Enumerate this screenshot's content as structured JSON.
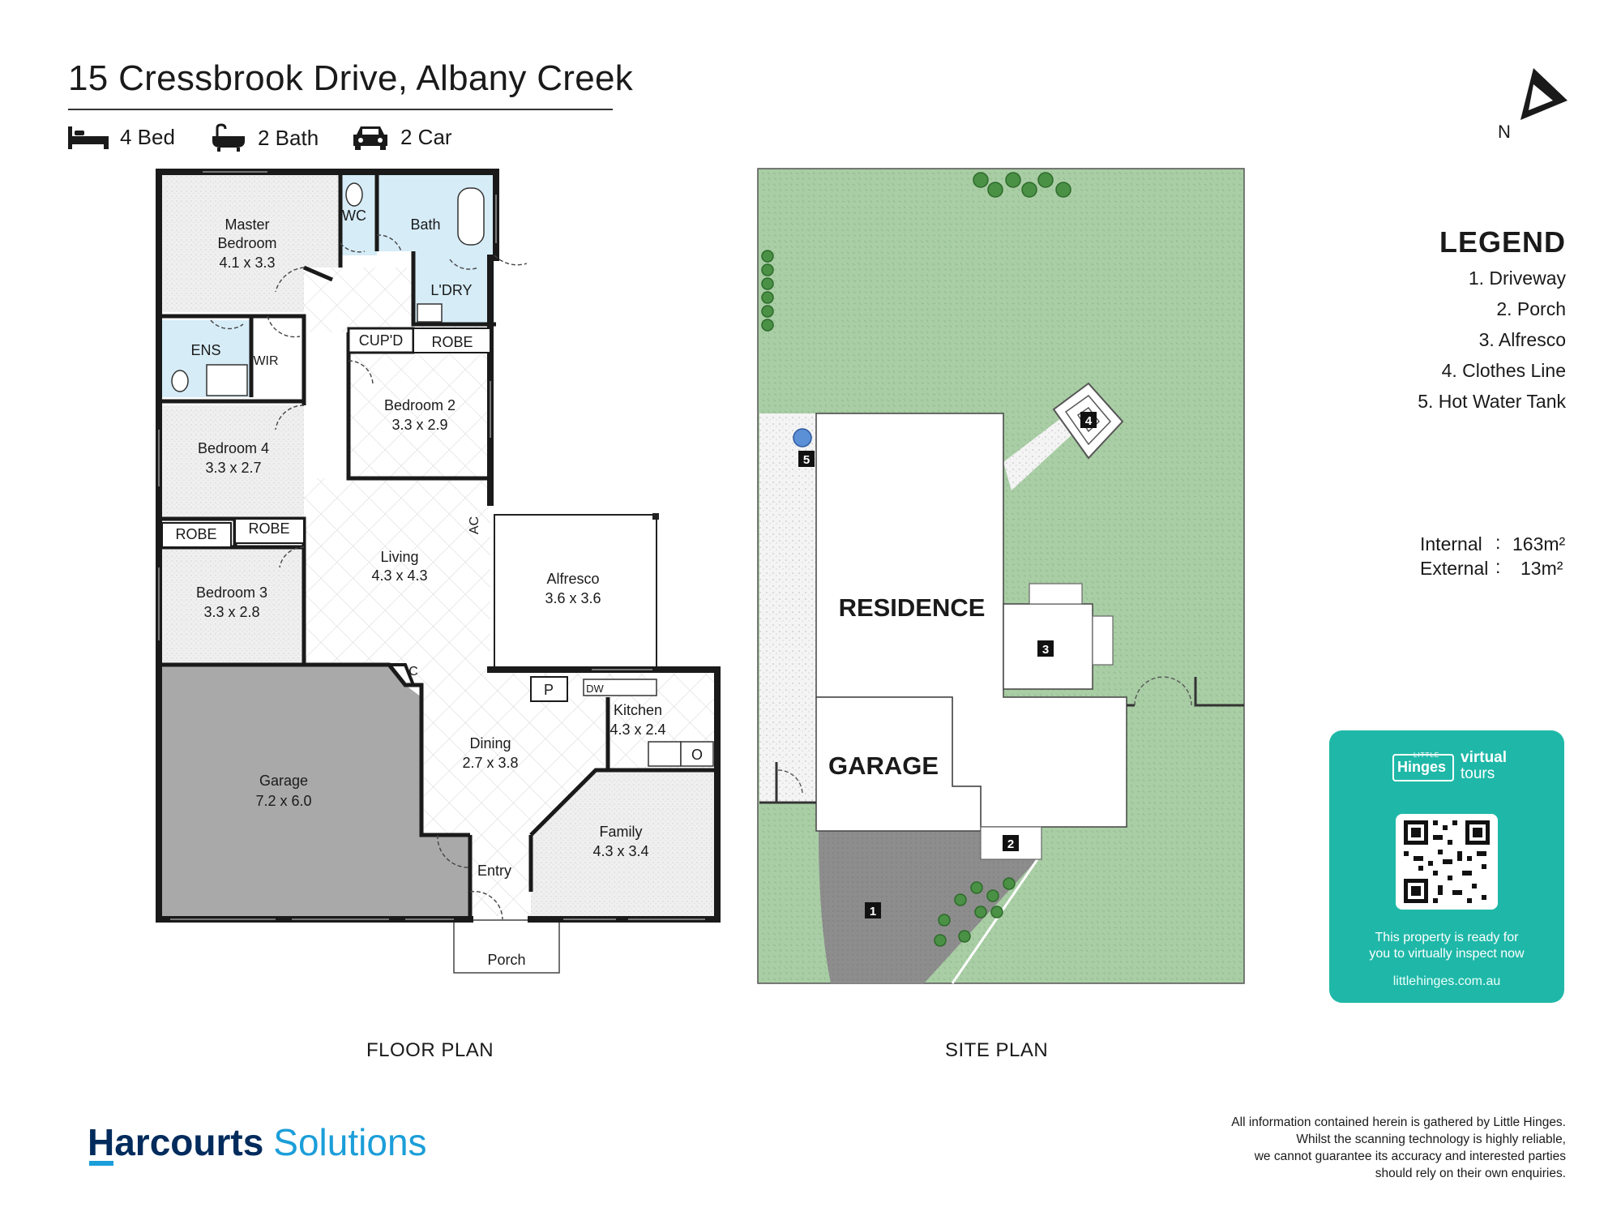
{
  "title": "15 Cressbrook Drive, Albany Creek",
  "features": [
    {
      "label": "4 Bed",
      "icon": "bed-icon"
    },
    {
      "label": "2 Bath",
      "icon": "bathtub-icon"
    },
    {
      "label": "2 Car",
      "icon": "car-icon"
    }
  ],
  "compass_label": "N",
  "floor_plan": {
    "caption": "FLOOR PLAN",
    "rooms": {
      "master_name": "Master",
      "master_name2": "Bedroom",
      "master_dim": "4.1 x 3.3",
      "wc": "WC",
      "bath": "Bath",
      "laundry": "L'DRY",
      "cupd": "CUP'D",
      "robe_bed2": "ROBE",
      "ens": "ENS",
      "wir": "WIR",
      "bed2_name": "Bedroom 2",
      "bed2_dim": "3.3 x 2.9",
      "bed4_name": "Bedroom 4",
      "bed4_dim": "3.3 x 2.7",
      "robe_bed3_left": "ROBE",
      "robe_bed3_right": "ROBE",
      "living_name": "Living",
      "living_dim": "4.3 x 4.3",
      "ac": "AC",
      "alfresco_name": "Alfresco",
      "alfresco_dim": "3.6 x 3.6",
      "bed3_name": "Bedroom 3",
      "bed3_dim": "3.3 x 2.8",
      "closet": "C",
      "pantry": "P",
      "dishwasher": "DW",
      "kitchen_name": "Kitchen",
      "kitchen_dim": "4.3 x 2.4",
      "oven": "O",
      "garage_name": "Garage",
      "garage_dim": "7.2 x 6.0",
      "dining_name": "Dining",
      "dining_dim": "2.7 x 3.8",
      "family_name": "Family",
      "family_dim": "4.3 x 3.4",
      "entry": "Entry",
      "porch": "Porch"
    }
  },
  "site_plan": {
    "caption": "SITE PLAN",
    "residence": "RESIDENCE",
    "garage": "GARAGE",
    "markers": [
      "1",
      "2",
      "3",
      "4",
      "5"
    ]
  },
  "legend": {
    "title": "LEGEND",
    "items": [
      "1. Driveway",
      "2. Porch",
      "3. Alfresco",
      "4. Clothes Line",
      "5. Hot Water Tank"
    ]
  },
  "areas": {
    "internal_label": "Internal",
    "internal_sep": ":",
    "internal_value": "163m²",
    "external_label": "External",
    "external_sep": ":",
    "external_value": "13m²"
  },
  "virtual_tours": {
    "logo_small": "LITTLE",
    "logo_main": "Hinges",
    "logo_word1": "virtual",
    "logo_word2": "tours",
    "line1": "This property is ready for",
    "line2": "you to virtually inspect now",
    "url": "littlehinges.com.au"
  },
  "brand": {
    "primary": "Harcourts",
    "secondary": "Solutions"
  },
  "disclaimer": [
    "All information contained herein is gathered by Little Hinges.",
    "Whilst the scanning technology is highly reliable,",
    "we cannot guarantee its accuracy and interested parties",
    "should rely on their own enquiries."
  ],
  "colors": {
    "garage_floor": "#a9a9a9",
    "wet_area": "#d6ecf7",
    "lawn": "#a9cda5",
    "driveway": "#8d8d8d",
    "brand_navy": "#002b5c",
    "brand_blue": "#1b9ed9",
    "card_teal": "#1fb8a8"
  }
}
